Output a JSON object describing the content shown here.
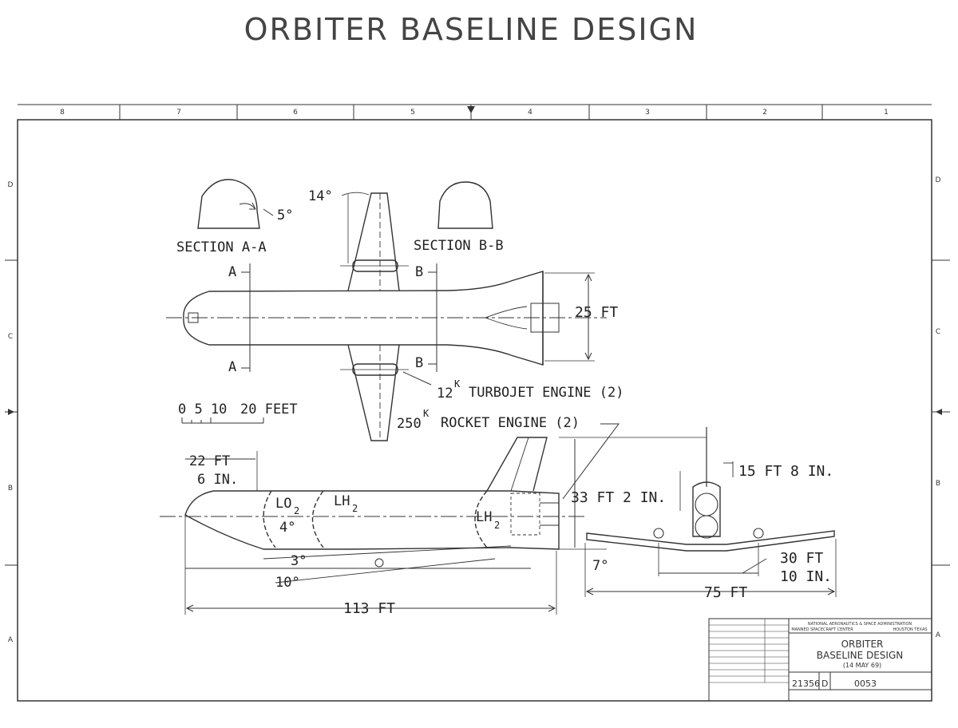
{
  "title": "ORBITER BASELINE DESIGN",
  "border": {
    "top_zones": [
      "8",
      "7",
      "6",
      "5",
      "4",
      "3",
      "2",
      "1"
    ],
    "side_zones": [
      "D",
      "C",
      "B",
      "A"
    ]
  },
  "sections": {
    "a_label": "SECTION A-A",
    "b_label": "SECTION B-B",
    "a_angle": "5°",
    "cut_a": "A",
    "cut_b": "B"
  },
  "plan_view": {
    "sweep_angle": "14°",
    "width_dim": "25 FT",
    "turbojet_label": "12",
    "turbojet_sup": "K",
    "turbojet_text": "TURBOJET ENGINE (2)",
    "rocket_label": "250",
    "rocket_sup": "K",
    "rocket_text": "ROCKET ENGINE (2)"
  },
  "scale_bar": {
    "ticks": "0 5 10",
    "value": "20 FEET"
  },
  "side_view": {
    "nose_dim_1": "22 FT",
    "nose_dim_2": "6 IN.",
    "lo2": "LO",
    "lo2_sub": "2",
    "lh2": "LH",
    "lh2_sub": "2",
    "lh2_aft": "LH",
    "lh2_aft_sub": "2",
    "angle_4": "4°",
    "angle_3": "3°",
    "angle_10": "10°",
    "height_dim": "33 FT 2 IN.",
    "length_dim": "113 FT"
  },
  "front_view": {
    "fin_dim": "15 FT 8 IN.",
    "dihedral": "7°",
    "gear_dim_1": "30 FT",
    "gear_dim_2": "10 IN.",
    "span_dim": "75 FT"
  },
  "title_block": {
    "agency_1": "NATIONAL AERONAUTICS & SPACE ADMINISTRATION",
    "agency_2": "MANNED SPACECRAFT CENTER",
    "agency_3": "HOUSTON TEXAS",
    "name_1": "ORBITER",
    "name_2": "BASELINE DESIGN",
    "date": "(14 MAY 69)",
    "code": "21356",
    "size": "D",
    "number": "0053"
  }
}
